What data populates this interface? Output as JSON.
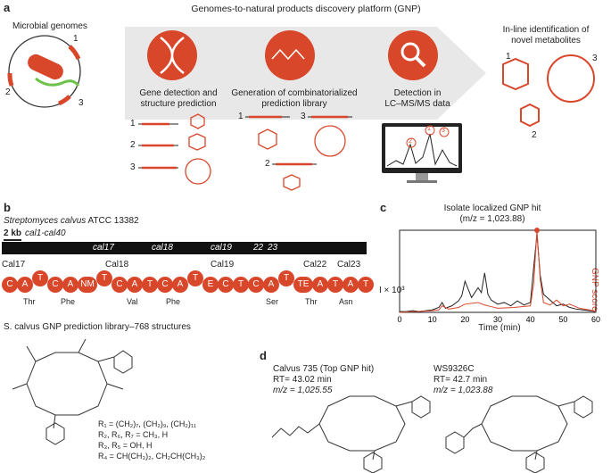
{
  "panel_a": {
    "letter": "a",
    "platform_title": "Genomes-to-natural products discovery platform (GNP)",
    "microbial_genomes": "Microbial genomes",
    "genome_labels": [
      "1",
      "2",
      "3"
    ],
    "step1": [
      "Gene detection and",
      "structure prediction"
    ],
    "step2": [
      "Generation of combinatorialized",
      "prediction library"
    ],
    "step3": [
      "Detection in",
      "LC–MS/MS data"
    ],
    "step4": [
      "In-line identification of",
      "novel metabolites"
    ],
    "row_numbers": [
      "1",
      "2",
      "3"
    ],
    "metabolite_numbers": [
      "1",
      "2",
      "3"
    ],
    "monitor_peak_labels": [
      "2",
      "1",
      "3"
    ]
  },
  "panel_b": {
    "letter": "b",
    "organism": "Streptomyces calvus",
    "strain": "ATCC 13382",
    "scale": "2 kb",
    "cluster": "cal1-cal40",
    "genes": [
      "cal17",
      "cal18",
      "cal19",
      "22",
      "23"
    ],
    "proteins": [
      "Cal17",
      "Cal18",
      "Cal19",
      "Cal22",
      "Cal23"
    ],
    "domains": [
      "C",
      "A",
      "T",
      "C",
      "A",
      "NM",
      "T",
      "C",
      "A",
      "T",
      "C",
      "A",
      "T",
      "E",
      "C",
      "T",
      "C",
      "A",
      "T",
      "TE",
      "A",
      "T",
      "A",
      "T"
    ],
    "residues": [
      "Thr",
      "Phe",
      "Val",
      "Phe",
      "Ser",
      "Thr",
      "Asn"
    ],
    "library_title": "S. calvus GNP prediction library–768 structures",
    "r_groups": [
      "R₁ = (CH₂)₇, (CH₂)₉, (CH₂)₁₁",
      "R₂, R₆, R₇ = CH₃, H",
      "R₃, R₅ = OH, H",
      "R₄ = CH(CH₃)₂, CH₂CH(CH₃)₂"
    ]
  },
  "panel_c": {
    "letter": "c",
    "hit_title": "Isolate localized GNP hit",
    "hit_mz": "(m/z = 1,023.88)",
    "ylabel_left": "I × 10³",
    "ylabel_right": "GNP score",
    "xlabel": "Time (min)",
    "xticks": [
      "0",
      "10",
      "20",
      "30",
      "40",
      "50",
      "60"
    ]
  },
  "panel_d": {
    "letter": "d",
    "cmpd1_name": "Calvus 735 (Top GNP hit)",
    "cmpd1_rt": "RT= 43.02 min",
    "cmpd1_mz": "m/z = 1,025.55",
    "cmpd2_name": "WS9326C",
    "cmpd2_rt": "RT= 42.7 min",
    "cmpd2_mz": "m/z = 1,023.88"
  },
  "chart_data": {
    "type": "line",
    "xlabel": "Time (min)",
    "ylabel": "I × 10³",
    "y2label": "GNP score",
    "xlim": [
      0,
      60
    ],
    "series": [
      {
        "x": [
          0,
          2,
          4,
          6,
          8,
          10,
          12,
          13,
          14,
          16,
          18,
          19,
          20,
          22,
          24,
          25,
          26,
          27,
          28,
          30,
          32,
          34,
          36,
          38,
          40,
          41,
          42,
          43,
          44,
          46,
          48,
          50,
          52,
          54,
          56,
          58,
          60
        ],
        "values": [
          1,
          1,
          2,
          1,
          2,
          3,
          6,
          12,
          5,
          8,
          14,
          20,
          38,
          18,
          30,
          24,
          48,
          22,
          15,
          10,
          12,
          8,
          14,
          9,
          12,
          55,
          95,
          45,
          22,
          15,
          8,
          10,
          6,
          4,
          3,
          2,
          1
        ]
      },
      {
        "x": [
          0,
          5,
          10,
          12,
          13,
          15,
          18,
          20,
          24,
          26,
          28,
          30,
          35,
          40,
          41,
          42,
          43,
          44,
          46,
          48,
          50,
          52,
          55,
          58,
          60
        ],
        "values": [
          0,
          1,
          2,
          3,
          8,
          4,
          6,
          10,
          12,
          9,
          7,
          5,
          6,
          8,
          35,
          100,
          40,
          12,
          9,
          15,
          8,
          10,
          5,
          3,
          1
        ]
      }
    ]
  }
}
